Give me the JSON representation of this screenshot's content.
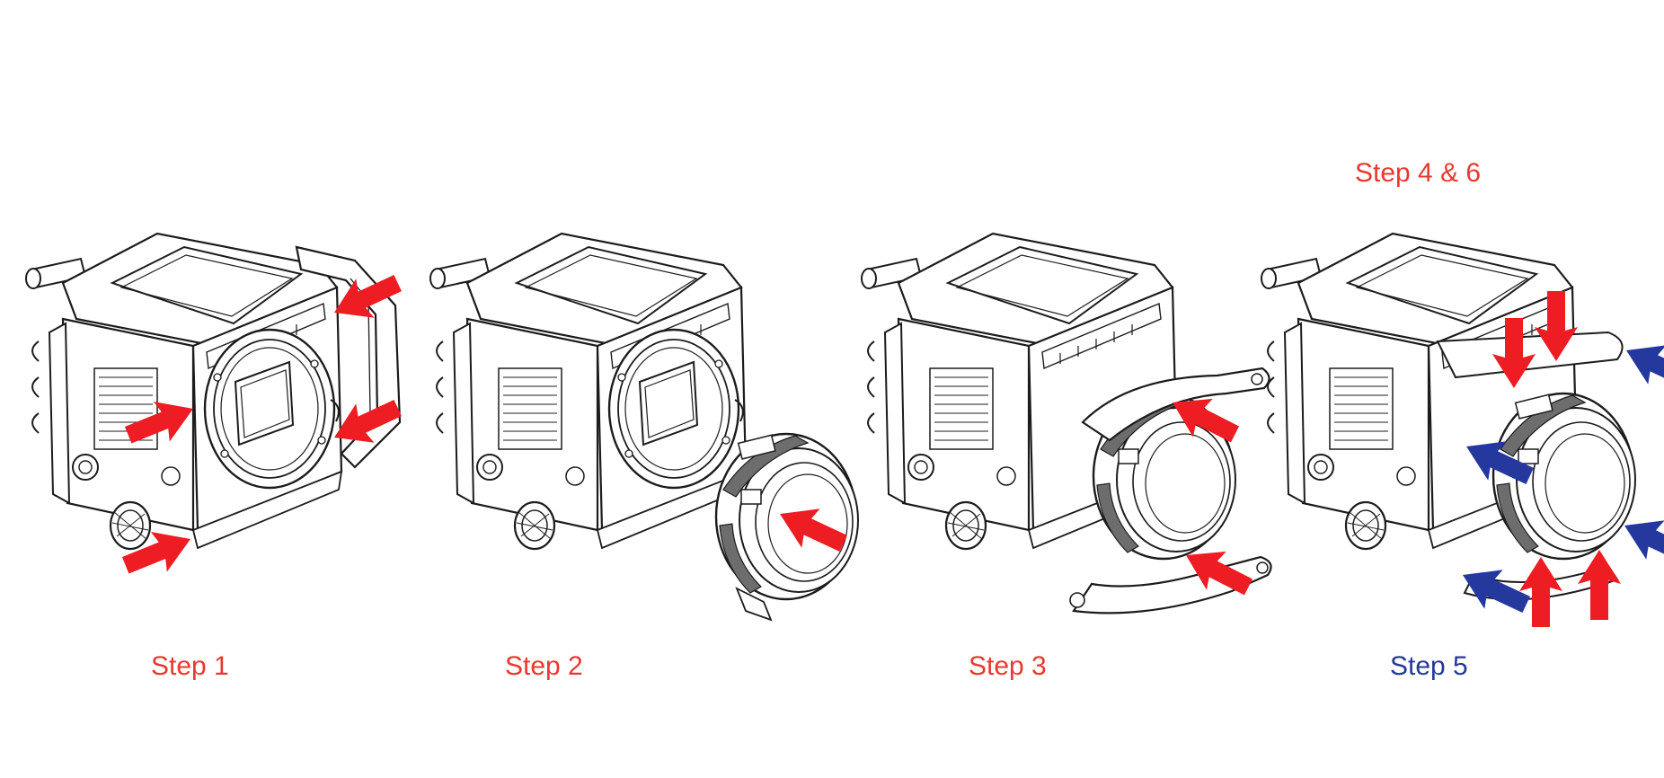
{
  "labels": {
    "step1": "Step 1",
    "step2": "Step 2",
    "step3": "Step 3",
    "step5": "Step 5",
    "step4_6": "Step 4 & 6"
  },
  "colors": {
    "step_red": "#e8392f",
    "step_blue": "#25399b",
    "arrow_red": "#ee1d23",
    "arrow_blue": "#24389e",
    "line_art": "#1c1c1c"
  },
  "diagram": {
    "subject": "camera-body-lens-mount-installation",
    "panels": [
      {
        "step": "step1",
        "content": "camera-body-with-mount-plate-being-removed",
        "arrows": "red"
      },
      {
        "step": "step2",
        "content": "camera-body-with-lens-mount-ring",
        "arrows": "red"
      },
      {
        "step": "step3",
        "content": "camera-body-with-mount-bracket",
        "arrows": "red"
      },
      {
        "step": "step5",
        "content": "camera-body-with-assembled-mount",
        "arrows": "red-and-blue"
      }
    ]
  }
}
